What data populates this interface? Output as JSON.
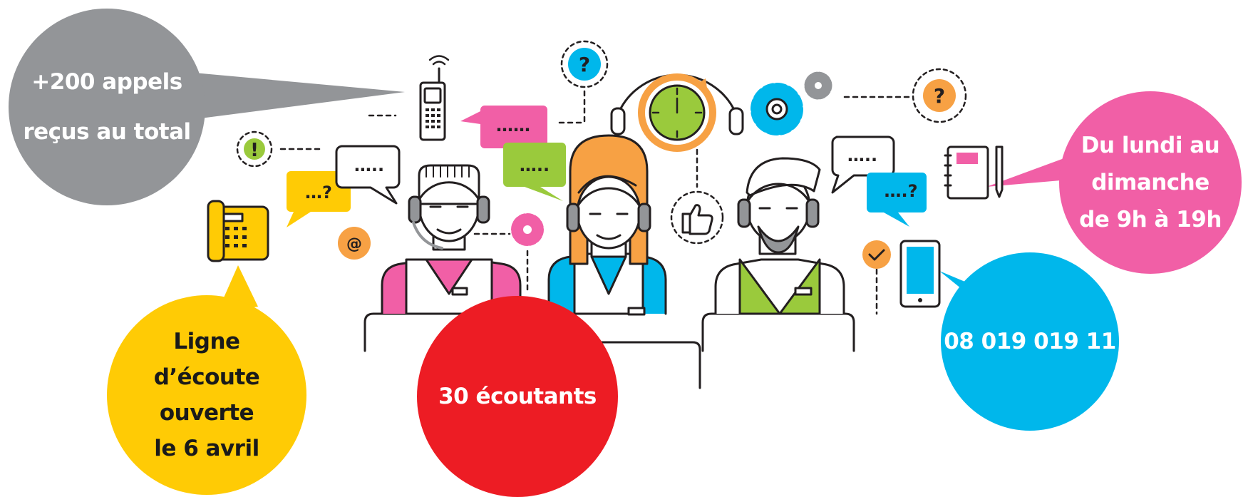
{
  "colors": {
    "gray": "#939598",
    "yellow": "#FFCB05",
    "red": "#ED1C24",
    "blue": "#00B7EB",
    "pink": "#F15FA6",
    "green": "#9ACA3C",
    "orange": "#F7A144",
    "outline": "#231F20",
    "text_dark": "#1A1A1A",
    "text_light": "#FFFFFF"
  },
  "stats": {
    "calls": "+200 appels\nreçus au total",
    "opening": "Ligne\nd’écoute\nouverte\nle 6 avril",
    "listeners": "30 écoutants",
    "phone": "08 019 019 11",
    "hours": "Du lundi au\ndimanche\nde 9h à 19h"
  },
  "bubbles": {
    "b1": "…?",
    "b2": "…..",
    "b3": "……",
    "b4": "…..",
    "b5": "…..",
    "b6": "….?"
  },
  "symbols": {
    "question": "?",
    "exclamation": "!",
    "at": "@"
  },
  "icons": [
    "mobile-phone-icon",
    "desk-phone-icon",
    "headset-clock-icon",
    "gear-icon",
    "thumbs-up-icon",
    "notebook-icon",
    "smartphone-icon",
    "checkmark-icon",
    "at-sign-icon"
  ]
}
